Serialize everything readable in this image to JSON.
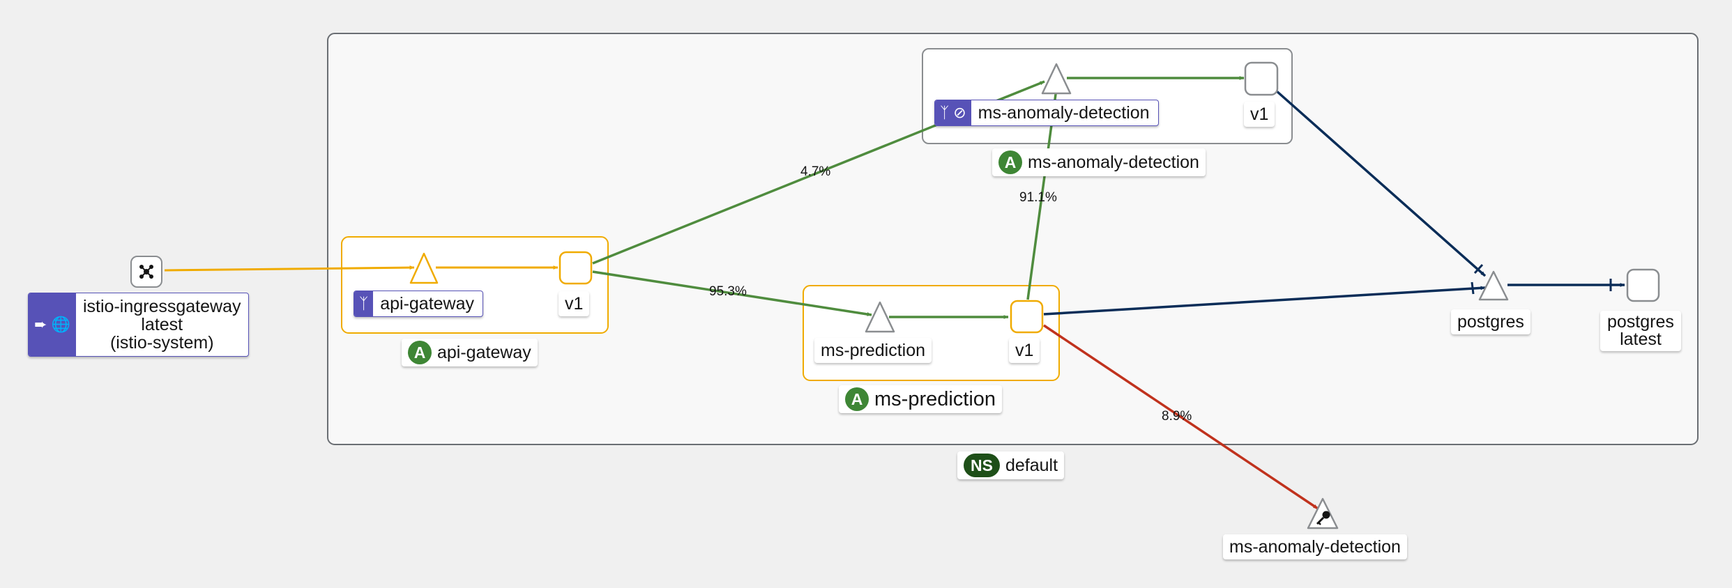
{
  "graph": {
    "namespace": {
      "badge": "NS",
      "name": "default"
    },
    "apps": [
      {
        "badge": "A",
        "name": "api-gateway"
      },
      {
        "badge": "A",
        "name": "ms-prediction"
      },
      {
        "badge": "A",
        "name": "ms-anomaly-detection"
      }
    ],
    "services": {
      "api_gateway": "api-gateway",
      "ms_prediction": "ms-prediction",
      "ms_anomaly_detection": "ms-anomaly-detection",
      "postgres": "postgres",
      "ms_anomaly_detection_external": "ms-anomaly-detection"
    },
    "workloads": {
      "api_gateway_v1": "v1",
      "ms_prediction_v1": "v1",
      "ms_anomaly_detection_v1": "v1",
      "postgres_latest": "postgres\nlatest"
    },
    "ingress": {
      "line1": "istio-ingressgateway",
      "line2": "latest",
      "line3": "(istio-system)"
    },
    "edge_labels": {
      "to_anomaly": "4.7%",
      "to_prediction": "95.3%",
      "prediction_to_anomaly": "91.1%",
      "prediction_to_external": "8.9%"
    },
    "icons": {
      "virtual_service": "branch-icon",
      "circuit_breaker": "ban-icon",
      "gateway": "arrow-circle-icon",
      "ingress_globe": "globe-icon",
      "service_entry": "key-icon",
      "root_workload": "network-icon"
    },
    "colors": {
      "background": "#f0f0f0",
      "box_fill": "#f8f8f8",
      "healthy_edge": "#3e8635",
      "ingress_edge": "#f0ab00",
      "tcp_edge": "#002952",
      "error_edge": "#c9190b",
      "app_badge": "#3e8635",
      "ns_badge": "#1e4f18",
      "vs_badge": "#5752b7"
    }
  }
}
